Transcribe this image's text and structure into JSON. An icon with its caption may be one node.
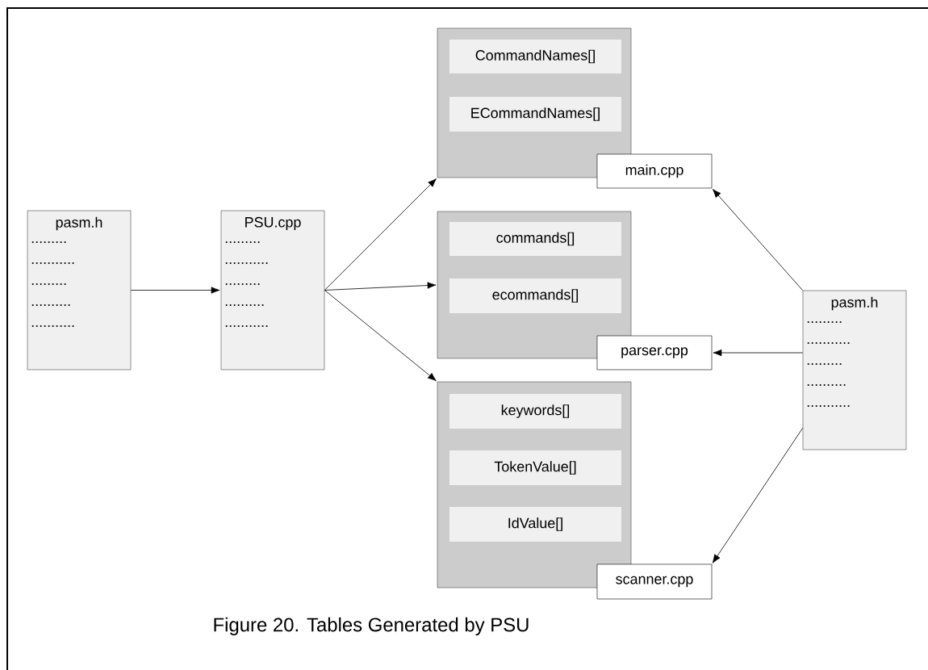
{
  "diagram": {
    "caption": "Figure 20.  Tables Generated by PSU",
    "nodes": [
      {
        "text": [
          "pasm.h",
          ".........",
          "...........",
          ".........",
          "..........",
          "..........."
        ]
      },
      {
        "text": [
          "PSU.cpp",
          ".........",
          "...........",
          ".........",
          "..........",
          "..........."
        ]
      },
      {
        "text": [],
        "shape": "box"
      },
      {
        "text": [
          "CommandNames[]"
        ],
        "in": 2
      },
      {
        "text": [
          "ECommandNames[]"
        ],
        "in": 2
      },
      {
        "text": [
          "main.cpp"
        ]
      },
      {
        "text": [],
        "shape": "box"
      },
      {
        "text": [
          "commands[]"
        ],
        "in": 6
      },
      {
        "text": [
          "ecommands[]"
        ],
        "in": 6
      },
      {
        "text": [
          "parser.cpp"
        ]
      },
      {
        "text": [],
        "shape": "box"
      },
      {
        "text": [
          "keywords[]"
        ],
        "in": 10
      },
      {
        "text": [
          "TokenValue[]"
        ],
        "in": 10
      },
      {
        "text": [
          "IdValue[]"
        ],
        "in": 10
      },
      {
        "text": [
          "scanner.cpp"
        ]
      },
      {
        "text": [
          "pasm.h",
          ".........",
          "...........",
          ".........",
          "..........",
          "..........."
        ]
      }
    ],
    "edges": [
      {
        "from": 0,
        "to": 1,
        "arrow": "to"
      },
      {
        "from": 1,
        "to": 2,
        "arrow": "to"
      },
      {
        "from": 1,
        "to": 6,
        "arrow": "to"
      },
      {
        "from": 1,
        "to": 10,
        "arrow": "to"
      },
      {
        "from": 15,
        "to": 5,
        "arrow": "to"
      },
      {
        "from": 15,
        "to": 9,
        "arrow": "to"
      },
      {
        "from": 15,
        "to": 14,
        "arrow": "to"
      }
    ]
  }
}
